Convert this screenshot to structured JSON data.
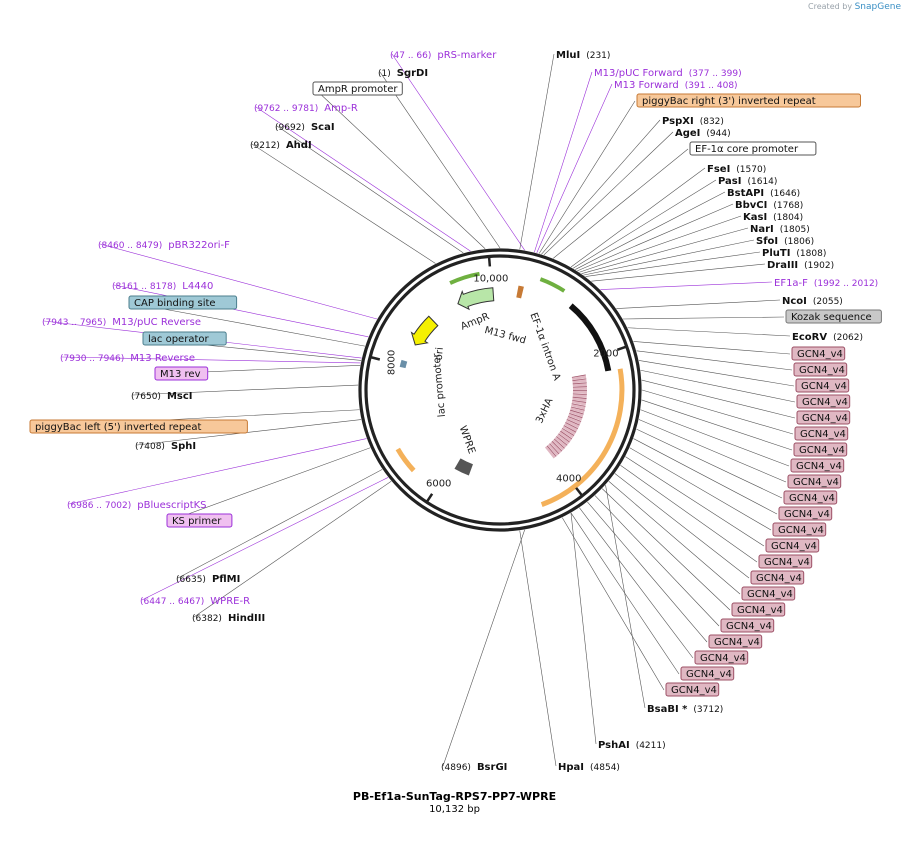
{
  "header": {
    "created_by": "Created by",
    "brand": "SnapGene"
  },
  "map": {
    "name": "PB-Ef1a-SunTag-RPS7-PP7-WPRE",
    "length": "10,132 bp",
    "total_bp": 10132,
    "ticks": [
      "10,000",
      "2000",
      "4000",
      "6000",
      "8000"
    ],
    "colors": {
      "primer": "#9b30d9",
      "enzyme": "#000000",
      "gcn4": "#e0b8c3",
      "gcn4_border": "#9c5066",
      "orange": "#f7c89a",
      "orange_border": "#c77a35",
      "teal": "#9fc9d6",
      "teal_border": "#4c7f8e",
      "pink": "#f0c0f0",
      "pink_border": "#9b30d9",
      "gray": "#c8c8c8",
      "arrow_green": "#b8e6a8",
      "arrow_yellow": "#f5f000",
      "arrow_orange": "#f4b15a",
      "arrow_black": "#111111"
    }
  },
  "labels": [
    {
      "kind": "primer",
      "num": "(47 .. 66)",
      "name": "pRS-marker"
    },
    {
      "kind": "enzyme",
      "name": "MluI",
      "num": "(231)"
    },
    {
      "kind": "enzyme",
      "num": "(1)",
      "name": "SgrDI"
    },
    {
      "kind": "primer",
      "name": "M13/pUC Forward",
      "num": "(377 .. 399)"
    },
    {
      "kind": "primer",
      "name": "M13 Forward",
      "num": "(391 .. 408)"
    },
    {
      "kind": "box-white",
      "name": "AmpR promoter"
    },
    {
      "kind": "box-orange",
      "name": "piggyBac right (3') inverted repeat"
    },
    {
      "kind": "primer",
      "num": "(9762 .. 9781)",
      "name": "Amp-R"
    },
    {
      "kind": "enzyme",
      "name": "PspXI",
      "num": "(832)"
    },
    {
      "kind": "enzyme",
      "num": "(9692)",
      "name": "ScaI"
    },
    {
      "kind": "enzyme",
      "name": "AgeI",
      "num": "(944)"
    },
    {
      "kind": "enzyme",
      "num": "(9212)",
      "name": "AhdI"
    },
    {
      "kind": "box-white",
      "name": "EF-1α core promoter"
    },
    {
      "kind": "enzyme",
      "name": "FseI",
      "num": "(1570)"
    },
    {
      "kind": "enzyme",
      "name": "PasI",
      "num": "(1614)"
    },
    {
      "kind": "enzyme",
      "name": "BstAPI",
      "num": "(1646)"
    },
    {
      "kind": "enzyme",
      "name": "BbvCI",
      "num": "(1768)"
    },
    {
      "kind": "enzyme",
      "name": "KasI",
      "num": "(1804)"
    },
    {
      "kind": "enzyme",
      "name": "NarI",
      "num": "(1805)"
    },
    {
      "kind": "enzyme",
      "name": "SfoI",
      "num": "(1806)"
    },
    {
      "kind": "primer",
      "num": "(8460 .. 8479)",
      "name": "pBR322ori-F"
    },
    {
      "kind": "enzyme",
      "name": "PluTI",
      "num": "(1808)"
    },
    {
      "kind": "enzyme",
      "name": "DraIII",
      "num": "(1902)"
    },
    {
      "kind": "primer",
      "name": "EF1a-F",
      "num": "(1992 .. 2012)"
    },
    {
      "kind": "primer",
      "num": "(8161 .. 8178)",
      "name": "L4440"
    },
    {
      "kind": "enzyme",
      "name": "NcoI",
      "num": "(2055)"
    },
    {
      "kind": "box-teal",
      "name": "CAP binding site"
    },
    {
      "kind": "box-gray",
      "name": "Kozak sequence"
    },
    {
      "kind": "primer",
      "num": "(7943 .. 7965)",
      "name": "M13/pUC Reverse"
    },
    {
      "kind": "enzyme",
      "name": "EcoRV",
      "num": "(2062)"
    },
    {
      "kind": "box-teal",
      "name": "lac operator"
    },
    {
      "kind": "box-gcn4",
      "name": "GCN4_v4"
    },
    {
      "kind": "primer",
      "num": "(7930 .. 7946)",
      "name": "M13 Reverse"
    },
    {
      "kind": "box-gcn4",
      "name": "GCN4_v4"
    },
    {
      "kind": "box-pink",
      "name": "M13 rev"
    },
    {
      "kind": "box-gcn4",
      "name": "GCN4_v4"
    },
    {
      "kind": "enzyme",
      "num": "(7650)",
      "name": "MscI"
    },
    {
      "kind": "box-gcn4",
      "name": "GCN4_v4"
    },
    {
      "kind": "box-gcn4",
      "name": "GCN4_v4"
    },
    {
      "kind": "box-orange",
      "name": "piggyBac left (5') inverted repeat"
    },
    {
      "kind": "box-gcn4",
      "name": "GCN4_v4"
    },
    {
      "kind": "enzyme",
      "num": "(7408)",
      "name": "SphI"
    },
    {
      "kind": "box-gcn4",
      "name": "GCN4_v4"
    },
    {
      "kind": "box-gcn4",
      "name": "GCN4_v4"
    },
    {
      "kind": "box-gcn4",
      "name": "GCN4_v4"
    },
    {
      "kind": "box-gcn4",
      "name": "GCN4_v4"
    },
    {
      "kind": "primer",
      "num": "(6986 .. 7002)",
      "name": "pBluescriptKS"
    },
    {
      "kind": "box-gcn4",
      "name": "GCN4_v4"
    },
    {
      "kind": "box-pink",
      "name": "KS primer"
    },
    {
      "kind": "box-gcn4",
      "name": "GCN4_v4"
    },
    {
      "kind": "box-gcn4",
      "name": "GCN4_v4"
    },
    {
      "kind": "box-gcn4",
      "name": "GCN4_v4"
    },
    {
      "kind": "box-gcn4",
      "name": "GCN4_v4"
    },
    {
      "kind": "enzyme",
      "num": "(6635)",
      "name": "PflMI"
    },
    {
      "kind": "box-gcn4",
      "name": "GCN4_v4"
    },
    {
      "kind": "primer",
      "num": "(6447 .. 6467)",
      "name": "WPRE-R"
    },
    {
      "kind": "box-gcn4",
      "name": "GCN4_v4"
    },
    {
      "kind": "enzyme",
      "num": "(6382)",
      "name": "HindIII"
    },
    {
      "kind": "box-gcn4",
      "name": "GCN4_v4"
    },
    {
      "kind": "box-gcn4",
      "name": "GCN4_v4"
    },
    {
      "kind": "box-gcn4",
      "name": "GCN4_v4"
    },
    {
      "kind": "box-gcn4",
      "name": "GCN4_v4"
    },
    {
      "kind": "enzyme",
      "name": "BsaBI *",
      "num": "(3712)"
    },
    {
      "kind": "box-gcn4",
      "name": "GCN4_v4"
    },
    {
      "kind": "enzyme",
      "name": "PshAI",
      "num": "(4211)"
    },
    {
      "kind": "enzyme",
      "num": "(4896)",
      "name": "BsrGI"
    },
    {
      "kind": "enzyme",
      "name": "HpaI",
      "num": "(4854)"
    }
  ],
  "features": [
    {
      "name": "AmpR",
      "color": "arrow_green"
    },
    {
      "name": "ori",
      "color": "arrow_yellow"
    },
    {
      "name": "lac promoter",
      "color": "white"
    },
    {
      "name": "M13 fwd",
      "color": "white"
    },
    {
      "name": "EF-1α intron A",
      "color": "arrow_black"
    },
    {
      "name": "3xHA",
      "color": "gcn4"
    },
    {
      "name": "WPRE",
      "color": "white"
    }
  ]
}
